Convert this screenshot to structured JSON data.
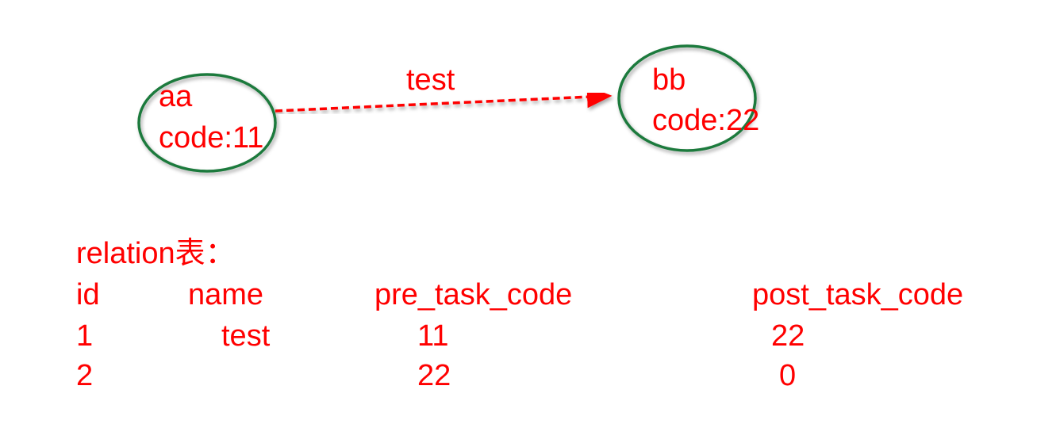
{
  "colors": {
    "text": "#ff0000",
    "node_outline": "#1e7a3c",
    "edge": "#ff0000"
  },
  "nodes": [
    {
      "name": "aa",
      "code": "code:11"
    },
    {
      "name": "bb",
      "code": "code:22"
    }
  ],
  "edge": {
    "label": "test",
    "style": "dashed",
    "direction": "aa-to-bb"
  },
  "table": {
    "title": "relation表：",
    "headers": [
      "id",
      "name",
      "pre_task_code",
      "post_task_code"
    ],
    "rows": [
      [
        "1",
        "test",
        "11",
        "22"
      ],
      [
        "2",
        "",
        "22",
        "0"
      ]
    ]
  }
}
